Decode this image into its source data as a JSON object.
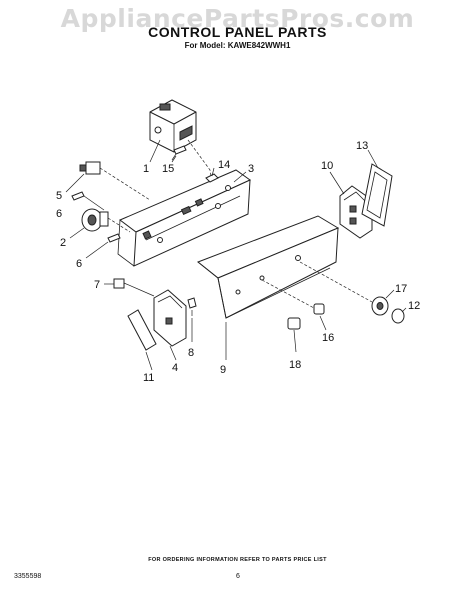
{
  "watermark": "AppliancePartsPros.com",
  "header": {
    "title": "CONTROL PANEL PARTS",
    "subtitle": "For Model: KAWE842WWH1"
  },
  "footer": {
    "note": "FOR ORDERING INFORMATION REFER TO PARTS PRICE LIST",
    "doc_number": "3355598",
    "page_number": "6"
  },
  "callouts": [
    "1",
    "15",
    "14",
    "3",
    "5",
    "6",
    "2",
    "6",
    "13",
    "10",
    "7",
    "8",
    "4",
    "11",
    "9",
    "17",
    "12",
    "16",
    "18"
  ]
}
